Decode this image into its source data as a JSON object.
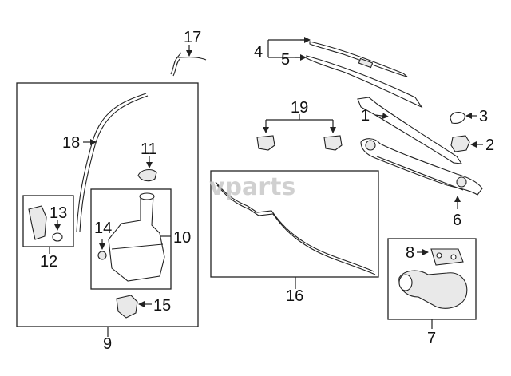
{
  "watermark": "vparts",
  "callouts": {
    "c1": "1",
    "c2": "2",
    "c3": "3",
    "c4": "4",
    "c5": "5",
    "c6": "6",
    "c7": "7",
    "c8": "8",
    "c9": "9",
    "c10": "10",
    "c11": "11",
    "c12": "12",
    "c13": "13",
    "c14": "14",
    "c15": "15",
    "c16": "16",
    "c17": "17",
    "c18": "18",
    "c19": "19"
  }
}
